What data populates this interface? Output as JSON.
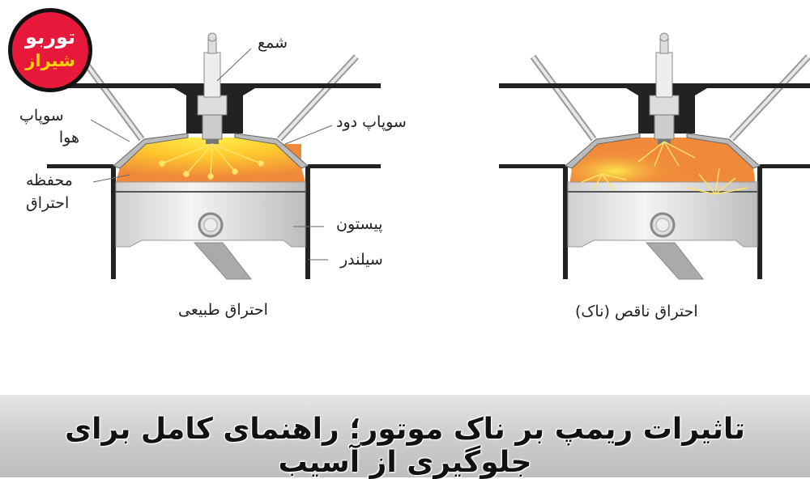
{
  "logo": {
    "line1": "توربو",
    "line2": "شیراز"
  },
  "diagram": {
    "labels": {
      "spark_plug": "شمع",
      "intake_valve_1": "سوپاپ",
      "intake_valve_2": "هوا",
      "exhaust_valve": "سوپاپ دود",
      "chamber_1": "محفظه",
      "chamber_2": "احتراق",
      "piston": "پیستون",
      "cylinder": "سیلندر"
    },
    "captions": {
      "normal": "احتراق طبیعی",
      "knock": "احتراق ناقص (ناک)"
    }
  },
  "title": "تاثیرات ریمپ بر ناک موتور؛ راهنمای کامل برای جلوگیری از آسیب",
  "colors": {
    "chamber_orange": "#f08a3a",
    "flame_yellow": "#ffe030",
    "logo_red": "#e8183a",
    "logo_yellow": "#ffd400"
  }
}
